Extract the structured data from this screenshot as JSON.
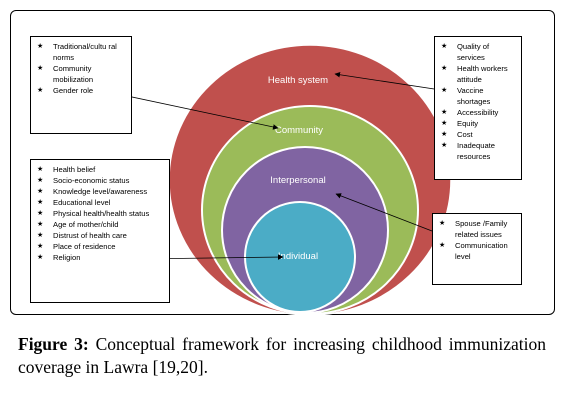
{
  "diagram": {
    "rings": [
      {
        "label": "Health system",
        "color": "#c0504d"
      },
      {
        "label": "Community",
        "color": "#9bbb59"
      },
      {
        "label": "Interpersonal",
        "color": "#8064a2"
      },
      {
        "label": "Individual",
        "color": "#4bacc6"
      }
    ],
    "boxes": {
      "top_left": [
        "Traditional/cultu ral norms",
        "Community mobilization",
        "Gender role"
      ],
      "top_right": [
        "Quality of services",
        "Health workers attitude",
        "Vaccine shortages",
        "Accessibility",
        "Equity",
        "Cost",
        "Inadequate resources"
      ],
      "left": [
        "Health belief",
        "Socio-economic status",
        "Knowledge level/awareness",
        "Educational level",
        "Physical health/health status",
        "Age of mother/child",
        "Distrust of health care",
        "Place of residence",
        "Religion"
      ],
      "right": [
        "Spouse /Family related issues",
        "Communication level"
      ]
    }
  },
  "caption": {
    "label": "Figure 3:",
    "text": " Conceptual framework for increasing childhood immunization coverage in Lawra [19,20]."
  }
}
